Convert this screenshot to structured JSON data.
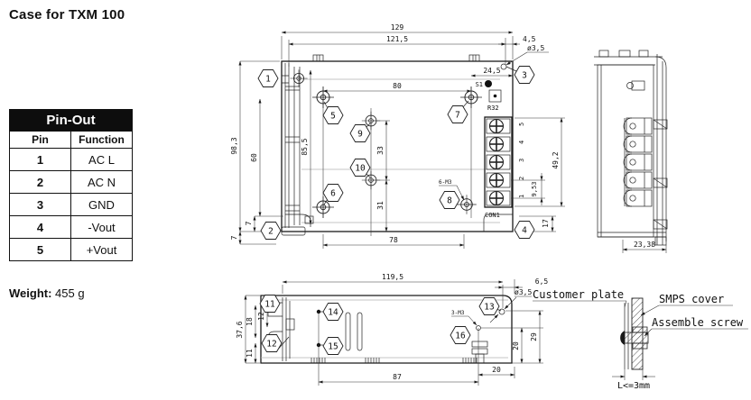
{
  "page": {
    "title": "Case for TXM 100"
  },
  "pinout": {
    "title": "Pin-Out",
    "col_pin": "Pin",
    "col_function": "Function",
    "rows": [
      {
        "pin": "1",
        "fn": "AC L"
      },
      {
        "pin": "2",
        "fn": "AC N"
      },
      {
        "pin": "3",
        "fn": "GND"
      },
      {
        "pin": "4",
        "fn": "-Vout"
      },
      {
        "pin": "5",
        "fn": "+Vout"
      }
    ]
  },
  "weight": {
    "label": "Weight:",
    "value": "455 g"
  },
  "top_view": {
    "dims": {
      "width": "129",
      "inner_width": "121,5",
      "hole_offset": "4,5",
      "hole_dia": "ø3,5",
      "screw_span": "80",
      "corner_offset": "24,5",
      "height": "98,3",
      "bracket_holes": "60",
      "inner_height": "85,5",
      "foot_in": "7",
      "foot_out": "7",
      "center_span": "33",
      "center_to_edge": "31",
      "bottom_span": "78",
      "conn_height": "49,2",
      "pin_pitch": "9,53",
      "foot_height": "17"
    },
    "labels": {
      "switch": "S1",
      "resistor": "R32",
      "connector": "CON1",
      "thread": "6-M3"
    },
    "terminal_numbers": [
      "5",
      "4",
      "3",
      "2",
      "1"
    ],
    "callouts": [
      "1",
      "2",
      "3",
      "4",
      "5",
      "6",
      "7",
      "8",
      "9",
      "10"
    ]
  },
  "side_view": {
    "dims": {
      "depth": "23,38"
    }
  },
  "bottom_view": {
    "dims": {
      "width": "119,5",
      "hole_offset": "6,5",
      "hole_dia": "ø3,5",
      "height": "37,6",
      "clip_a": "18",
      "clip_b": "12",
      "clip_c": "11",
      "hole_edge": "29",
      "hole_bottom": "20",
      "screw_span": "87",
      "screw_edge": "20"
    },
    "labels": {
      "thread": "3-M3"
    },
    "callouts": [
      "11",
      "12",
      "13",
      "14",
      "15",
      "16"
    ]
  },
  "detail_view": {
    "labels": {
      "plate": "Customer plate",
      "cover": "SMPS cover",
      "screw": "Assemble screw",
      "limit": "L<=3mm"
    }
  },
  "colors": {
    "background": "#ffffff",
    "ink": "#1a1a1a",
    "table_header_bg": "#0d0d0d",
    "table_header_fg": "#ffffff"
  }
}
